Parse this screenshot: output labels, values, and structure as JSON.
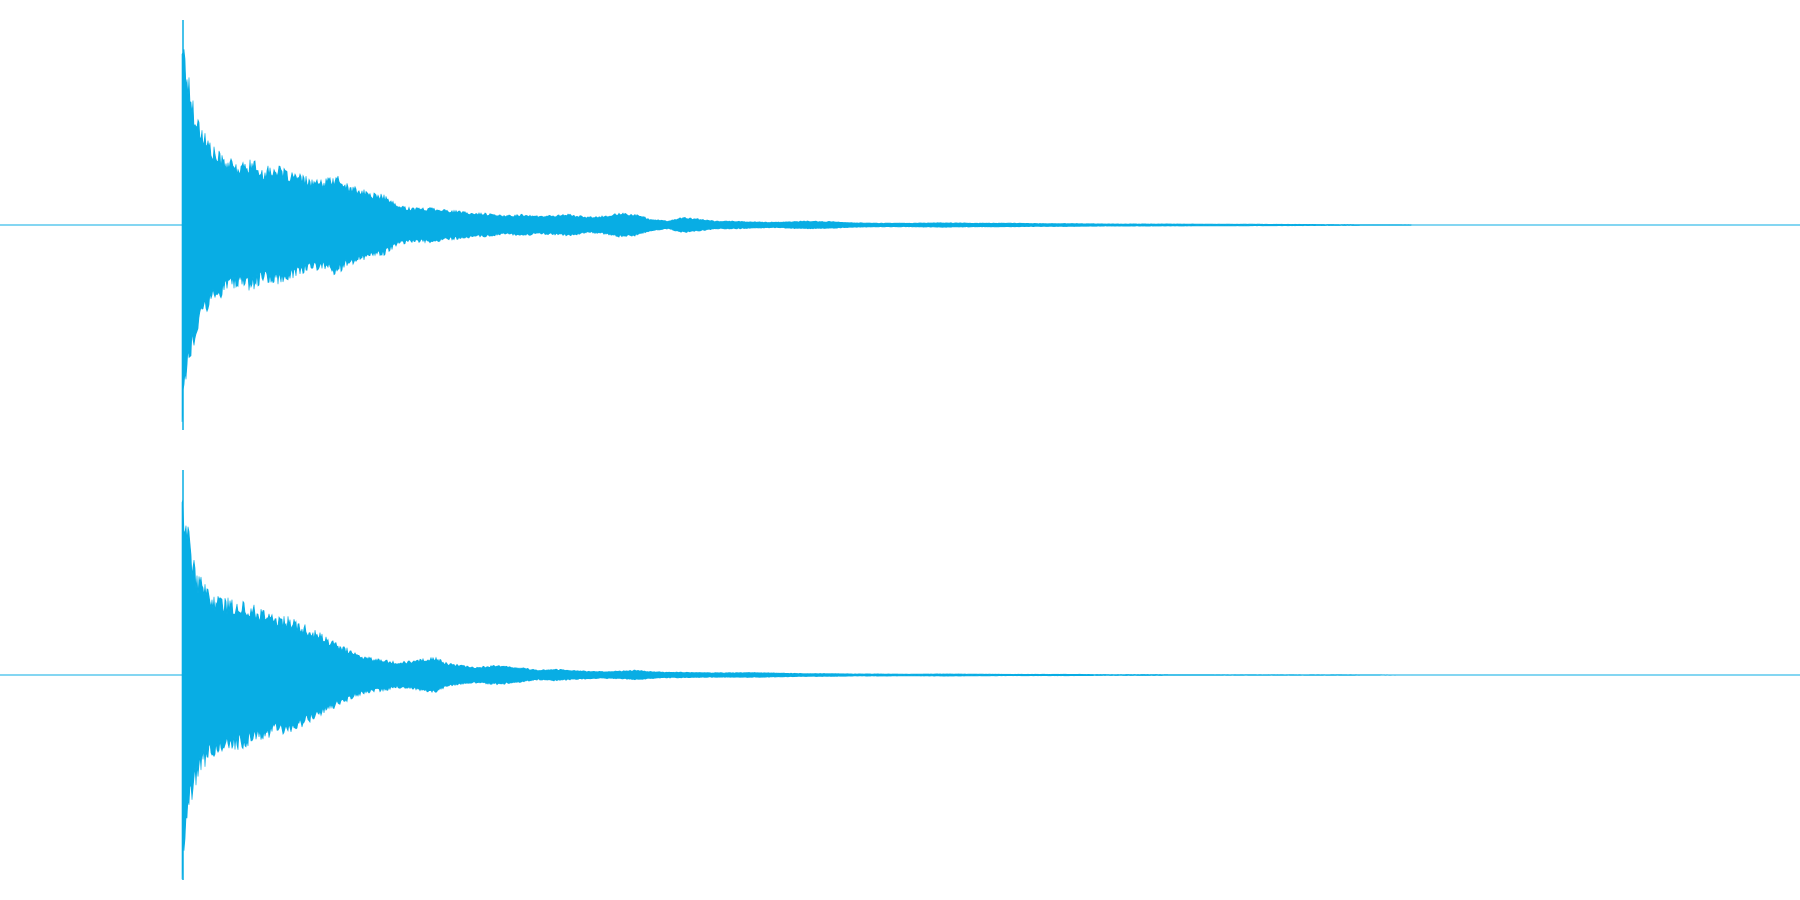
{
  "chart_data": {
    "type": "area",
    "colors": {
      "wave": "#08ade4",
      "background": "#ffffff"
    },
    "ylim": [
      -1,
      1
    ],
    "xlim": [
      0,
      1
    ],
    "grid": false,
    "legend": "none",
    "series": [
      {
        "x": [
          0.0,
          0.001,
          0.003,
          0.006,
          0.01,
          0.015,
          0.02,
          0.027,
          0.035,
          0.043,
          0.05,
          0.057,
          0.065,
          0.073,
          0.08,
          0.087,
          0.095,
          0.103,
          0.11,
          0.118,
          0.125,
          0.133,
          0.14,
          0.148,
          0.156,
          0.164,
          0.172,
          0.18,
          0.188,
          0.196,
          0.204,
          0.212,
          0.22,
          0.23,
          0.24,
          0.25,
          0.26,
          0.27,
          0.28,
          0.29,
          0.3,
          0.31,
          0.32,
          0.33,
          0.34,
          0.35,
          0.36,
          0.37,
          0.385,
          0.4,
          0.415,
          0.43,
          0.45,
          0.47,
          0.49,
          0.51,
          0.53,
          0.55,
          0.57,
          0.6,
          0.64,
          0.68,
          0.72,
          0.76
        ],
        "amp": [
          1.0,
          0.93,
          0.8,
          0.66,
          0.54,
          0.45,
          0.38,
          0.34,
          0.3,
          0.33,
          0.28,
          0.3,
          0.27,
          0.25,
          0.23,
          0.22,
          0.25,
          0.2,
          0.18,
          0.16,
          0.15,
          0.1,
          0.09,
          0.085,
          0.09,
          0.075,
          0.07,
          0.06,
          0.06,
          0.05,
          0.05,
          0.055,
          0.045,
          0.05,
          0.055,
          0.04,
          0.045,
          0.06,
          0.055,
          0.03,
          0.02,
          0.04,
          0.03,
          0.02,
          0.02,
          0.018,
          0.015,
          0.015,
          0.02,
          0.018,
          0.012,
          0.01,
          0.01,
          0.012,
          0.01,
          0.01,
          0.008,
          0.008,
          0.006,
          0.006,
          0.005,
          0.004,
          0.003,
          0.002
        ]
      },
      {
        "x": [
          0.0,
          0.001,
          0.003,
          0.006,
          0.01,
          0.015,
          0.02,
          0.027,
          0.035,
          0.043,
          0.05,
          0.057,
          0.065,
          0.073,
          0.08,
          0.087,
          0.095,
          0.103,
          0.11,
          0.118,
          0.125,
          0.133,
          0.14,
          0.148,
          0.156,
          0.164,
          0.172,
          0.18,
          0.188,
          0.196,
          0.204,
          0.212,
          0.22,
          0.23,
          0.24,
          0.25,
          0.26,
          0.27,
          0.28,
          0.29,
          0.3,
          0.31,
          0.32,
          0.33,
          0.34,
          0.35,
          0.36,
          0.37,
          0.385,
          0.4,
          0.415,
          0.43,
          0.45,
          0.47,
          0.49,
          0.51,
          0.53,
          0.55,
          0.57,
          0.6,
          0.64,
          0.68,
          0.72,
          0.76
        ],
        "amp": [
          1.0,
          0.9,
          0.78,
          0.62,
          0.5,
          0.44,
          0.4,
          0.38,
          0.37,
          0.35,
          0.33,
          0.3,
          0.29,
          0.26,
          0.23,
          0.2,
          0.16,
          0.13,
          0.1,
          0.085,
          0.08,
          0.065,
          0.07,
          0.08,
          0.09,
          0.06,
          0.05,
          0.04,
          0.045,
          0.05,
          0.04,
          0.035,
          0.025,
          0.03,
          0.025,
          0.02,
          0.018,
          0.02,
          0.025,
          0.018,
          0.015,
          0.015,
          0.013,
          0.012,
          0.012,
          0.013,
          0.012,
          0.01,
          0.008,
          0.008,
          0.006,
          0.006,
          0.005,
          0.006,
          0.005,
          0.004,
          0.004,
          0.004,
          0.003,
          0.003,
          0.002,
          0.002,
          0.002,
          0.001
        ]
      }
    ]
  }
}
